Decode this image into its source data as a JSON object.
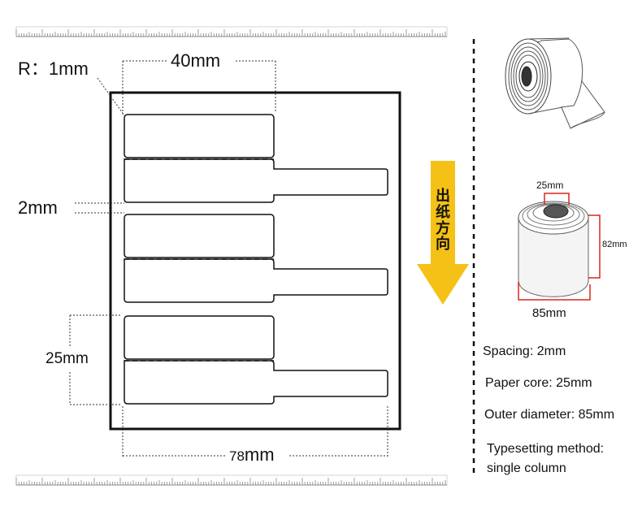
{
  "label_diagram": {
    "radius_label": "R：1mm",
    "width_label": "40mm",
    "gap_label": "2mm",
    "height_label": "25mm",
    "paper_width_label_num": "78",
    "paper_width_label_unit": "mm",
    "direction_label": "出纸方向"
  },
  "roll_diagram": {
    "core_label": "25mm",
    "roll_width_label": "82mm",
    "outer_diameter_label": "85mm"
  },
  "specs": [
    "Spacing: 2mm",
    "Paper core: 25mm",
    "Outer diameter: 85mm",
    "Typesetting method:",
    "single column"
  ],
  "colors": {
    "arrow": "#f5c116",
    "dimension_red": "#d9261c",
    "outline": "#111111"
  }
}
